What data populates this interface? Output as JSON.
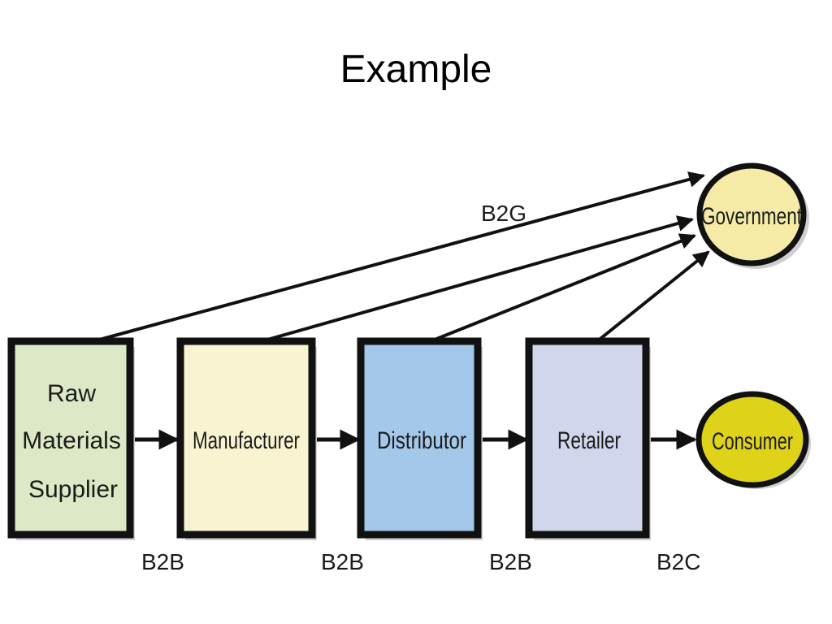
{
  "slide": {
    "title": "Example"
  },
  "nodes": {
    "raw_materials_supplier": {
      "lines": [
        "Raw",
        "Materials",
        "Supplier"
      ],
      "color": "#dde9c6"
    },
    "manufacturer": {
      "label": "Manufacturer",
      "color": "#f8f4d2"
    },
    "distributor": {
      "label": "Distributor",
      "color": "#a3c8ea"
    },
    "retailer": {
      "label": "Retailer",
      "color": "#d2d6ec"
    },
    "government": {
      "label": "Government",
      "color": "#f5eba7"
    },
    "consumer": {
      "label": "Consumer",
      "color": "#dfd31a"
    }
  },
  "edge_labels": {
    "b2g": "B2G",
    "b2b_1": "B2B",
    "b2b_2": "B2B",
    "b2b_3": "B2B",
    "b2c": "B2C"
  },
  "colors": {
    "outline": "#111111",
    "shadow": "#cfcfcf"
  }
}
